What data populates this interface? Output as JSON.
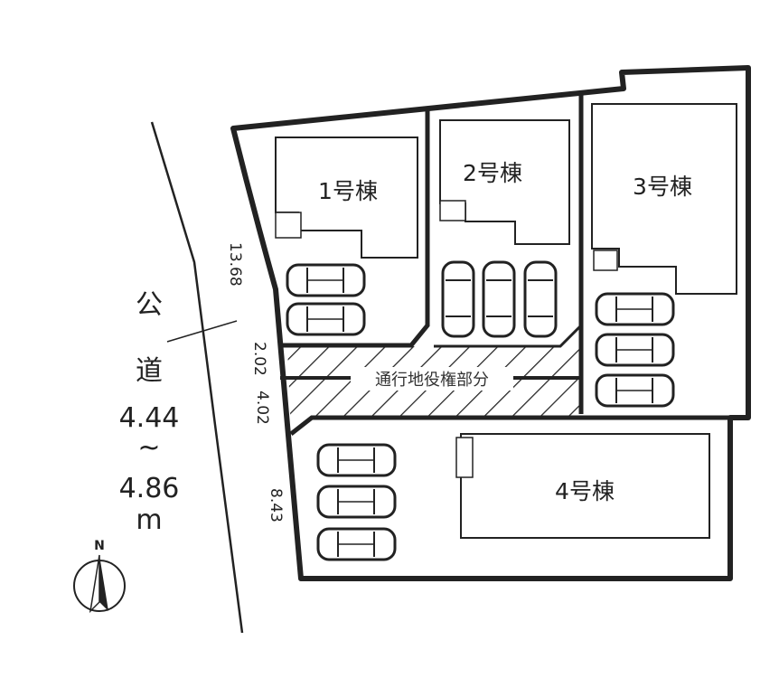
{
  "lots": [
    {
      "label": "1号棟",
      "parking": 2
    },
    {
      "label": "2号棟",
      "parking": 3
    },
    {
      "label": "3号棟",
      "parking": 3
    },
    {
      "label": "4号棟",
      "parking": 3
    }
  ],
  "easement_label": "通行地役権部分",
  "dimensions": {
    "d1": "13.68",
    "d2": "2.02",
    "d3": "4.02",
    "d4": "8.43"
  },
  "road": {
    "char1": "公",
    "char2": "道",
    "width_min": "4.44",
    "tilde": "~",
    "width_max": "4.86",
    "unit": "m"
  },
  "compass": {
    "label": "N"
  }
}
